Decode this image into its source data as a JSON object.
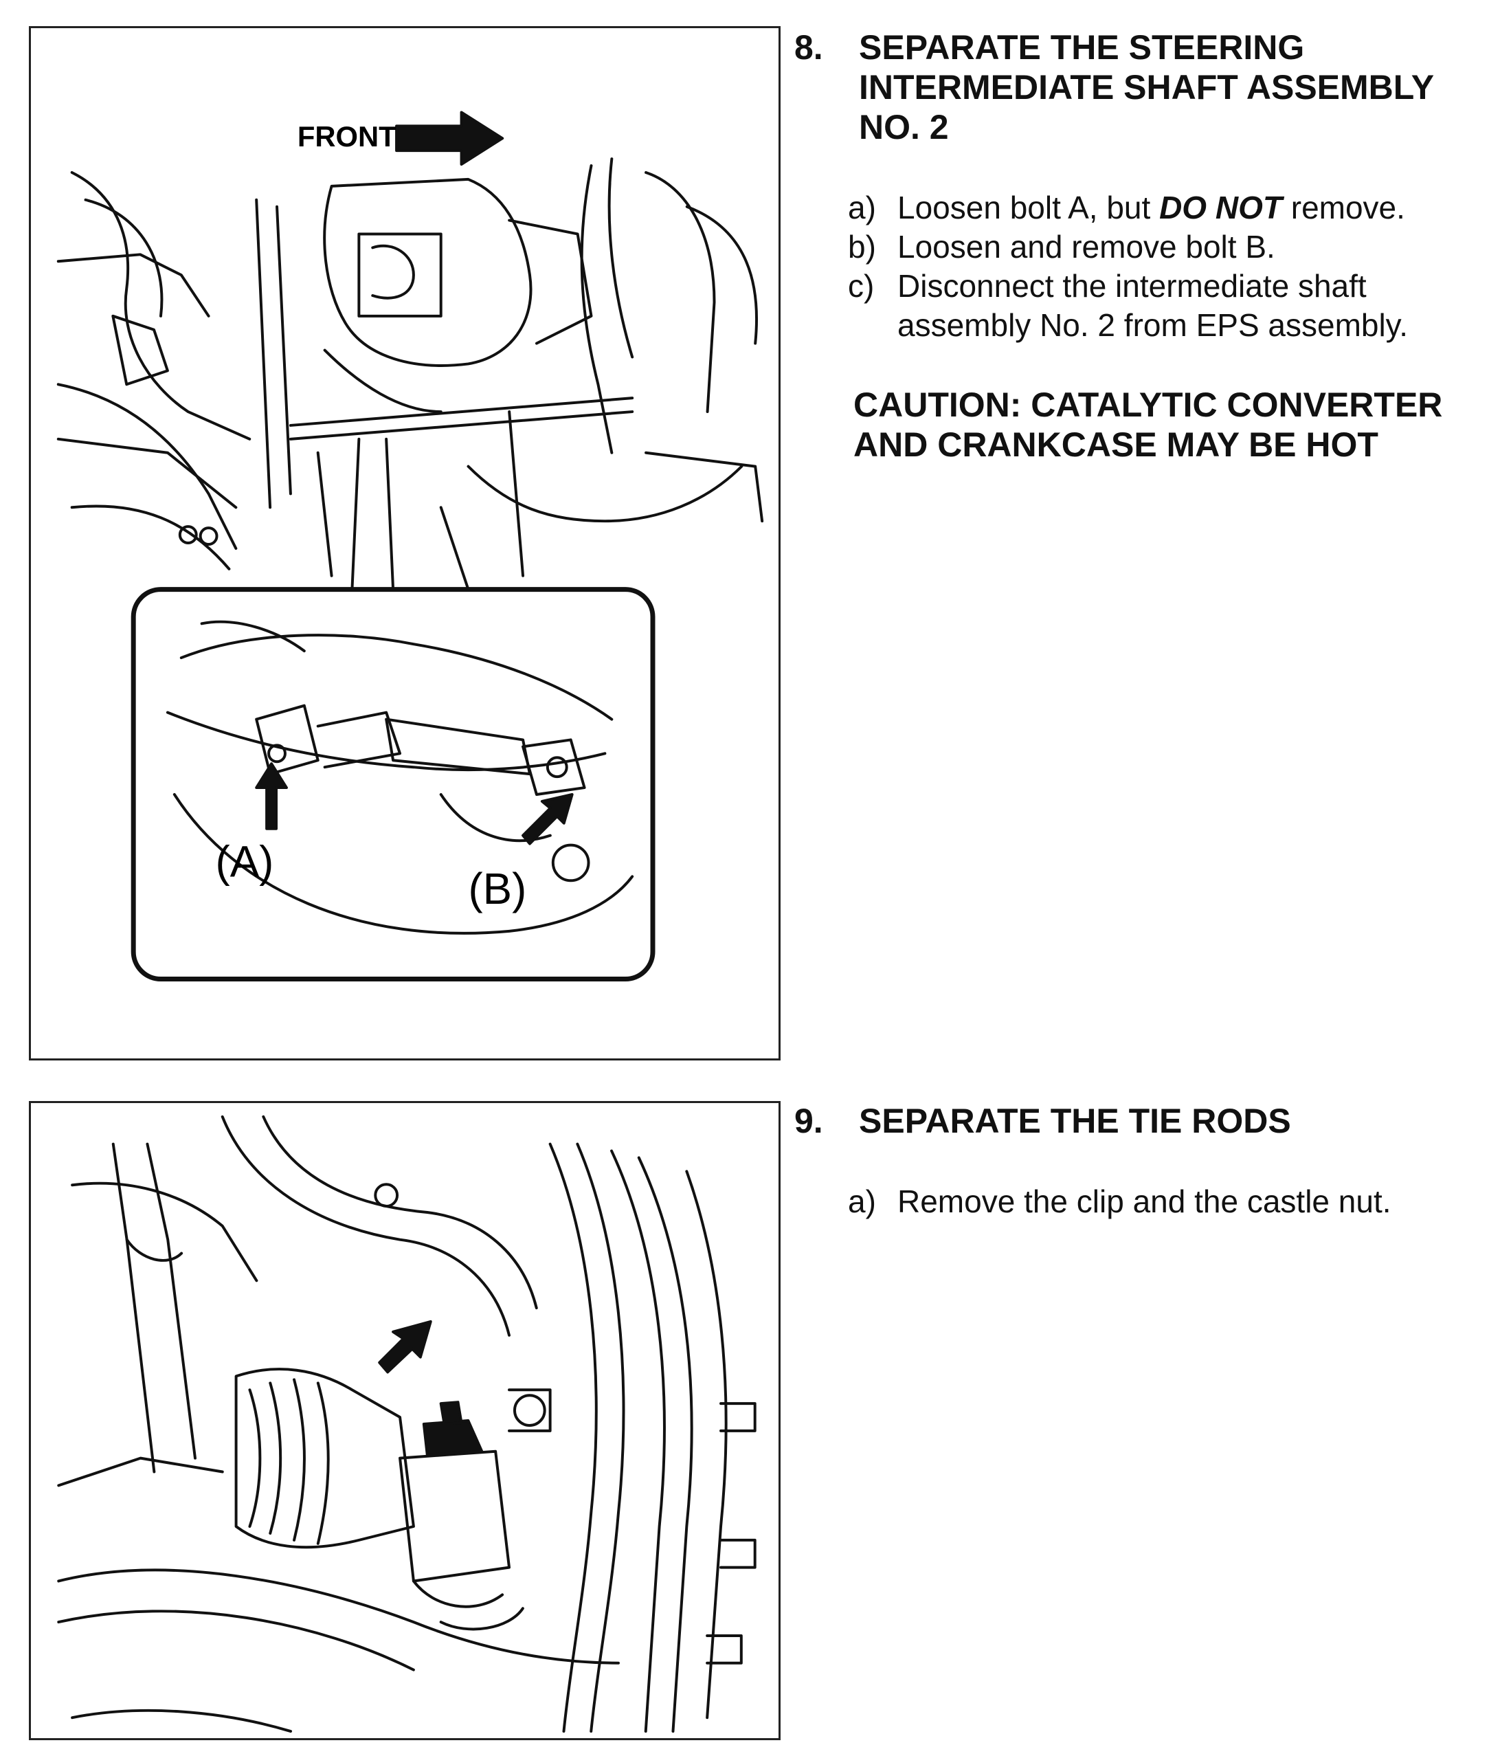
{
  "figure1": {
    "front_label": "FRONT",
    "label_a": "(A)",
    "label_b": "(B)"
  },
  "step8": {
    "number": "8.",
    "title_line1": "SEPARATE THE STEERING",
    "title_line2": "INTERMEDIATE SHAFT ASSEMBLY",
    "title_line3": "NO. 2",
    "items": [
      {
        "letter": "a)",
        "before": "Loosen bolt A, but ",
        "emphasis": "DO NOT",
        "after": " remove."
      },
      {
        "letter": "b)",
        "text": "Loosen and remove bolt B."
      },
      {
        "letter": "c)",
        "line1": "Disconnect the intermediate shaft",
        "line2": "assembly No. 2 from EPS assembly."
      }
    ],
    "caution_line1": "CAUTION: CATALYTIC CONVERTER",
    "caution_line2": "AND CRANKCASE MAY BE HOT"
  },
  "step9": {
    "number": "9.",
    "title": "SEPARATE THE TIE RODS",
    "items": [
      {
        "letter": "a)",
        "text": "Remove the clip and the castle nut."
      }
    ]
  }
}
